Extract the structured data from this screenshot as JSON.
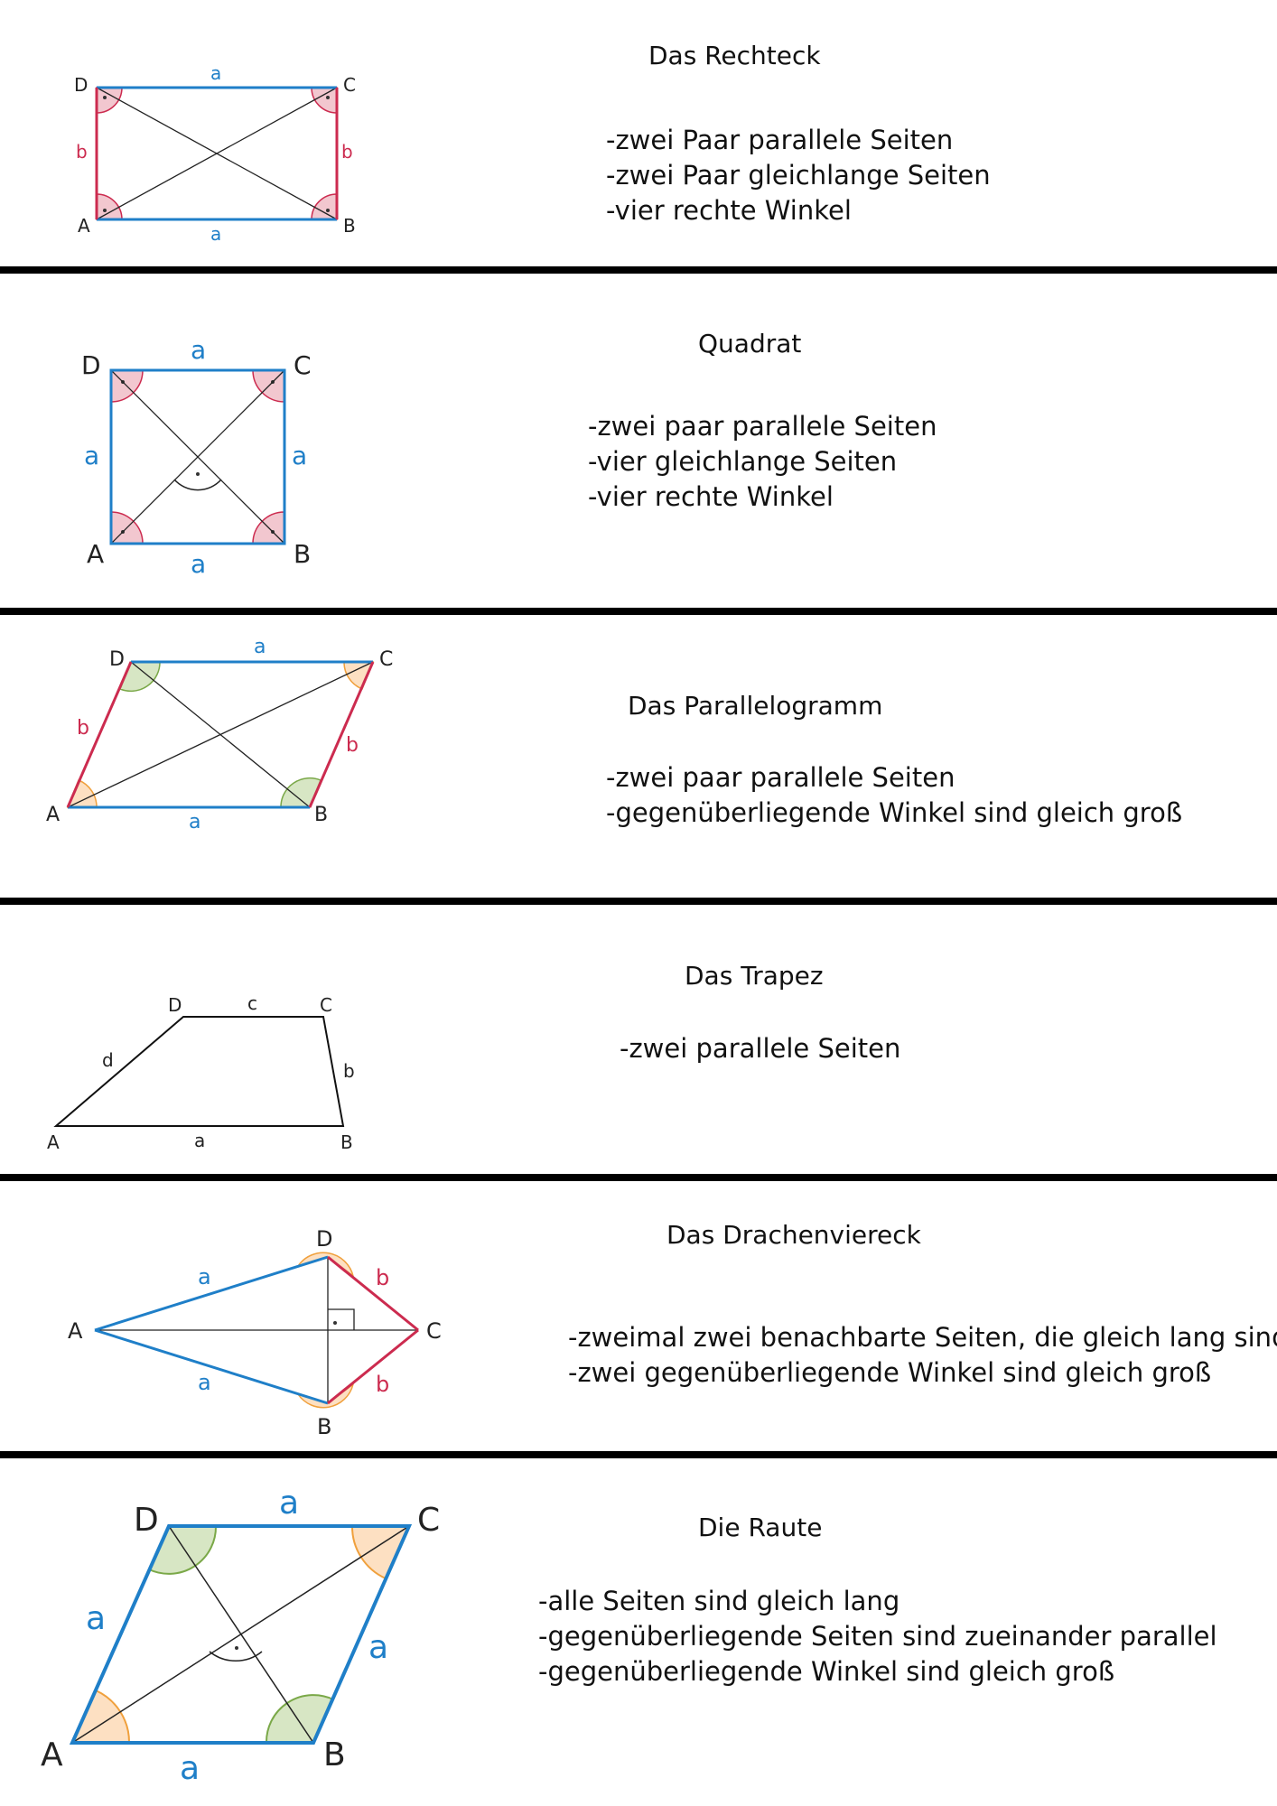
{
  "colors": {
    "blue": "#1f7fc8",
    "red": "#cc2b4f",
    "pink_fill": "#f2c7cf",
    "orange": "#f0a03c",
    "orange_fill": "#fde0c2",
    "green": "#7aa848",
    "green_fill": "#d7e6c4",
    "divider": "#000000"
  },
  "shapes": [
    {
      "title": "Das Rechteck",
      "properties": [
        "-zwei Paar parallele Seiten",
        "-zwei Paar gleichlange Seiten",
        "-vier rechte Winkel"
      ],
      "labels": {
        "A": "A",
        "B": "B",
        "C": "C",
        "D": "D",
        "top": "a",
        "bottom": "a",
        "left": "b",
        "right": "b"
      }
    },
    {
      "title": "Quadrat",
      "properties": [
        "-zwei paar parallele Seiten",
        "-vier gleichlange Seiten",
        "-vier rechte Winkel"
      ],
      "labels": {
        "A": "A",
        "B": "B",
        "C": "C",
        "D": "D",
        "top": "a",
        "bottom": "a",
        "left": "a",
        "right": "a"
      }
    },
    {
      "title": "Das Parallelogramm",
      "properties": [
        "-zwei paar parallele Seiten",
        "-gegenüberliegende Winkel sind gleich groß"
      ],
      "labels": {
        "A": "A",
        "B": "B",
        "C": "C",
        "D": "D",
        "top": "a",
        "bottom": "a",
        "left": "b",
        "right": "b"
      }
    },
    {
      "title": "Das Trapez",
      "properties": [
        "-zwei parallele Seiten"
      ],
      "labels": {
        "A": "A",
        "B": "B",
        "C": "C",
        "D": "D",
        "top": "c",
        "bottom": "a",
        "left": "d",
        "right": "b"
      }
    },
    {
      "title": "Das Drachenviereck",
      "properties": [
        "-zweimal zwei benachbarte Seiten, die gleich lang sind",
        "-zwei gegenüberliegende Winkel sind gleich groß"
      ],
      "labels": {
        "A": "A",
        "B": "B",
        "C": "C",
        "D": "D",
        "upper_left": "a",
        "lower_left": "a",
        "upper_right": "b",
        "lower_right": "b"
      }
    },
    {
      "title": "Die Raute",
      "properties": [
        "-alle Seiten sind gleich lang",
        "-gegenüberliegende Seiten sind zueinander parallel",
        "-gegenüberliegende Winkel sind gleich groß"
      ],
      "labels": {
        "A": "A",
        "B": "B",
        "C": "C",
        "D": "D",
        "top": "a",
        "bottom": "a",
        "left": "a",
        "right": "a"
      }
    }
  ]
}
